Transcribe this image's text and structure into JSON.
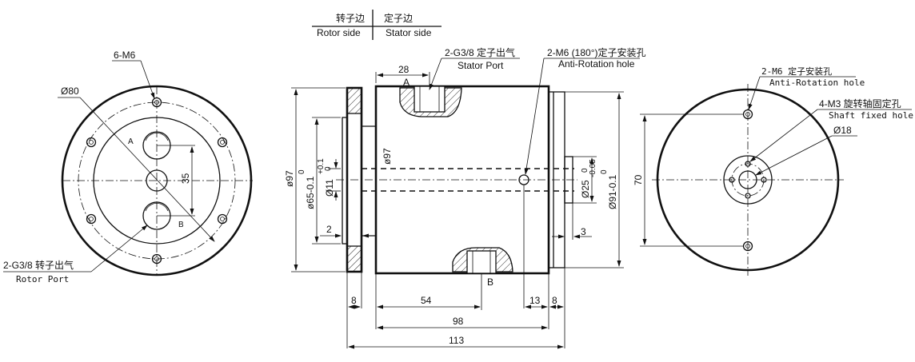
{
  "header": {
    "rotor_side_cn": "转子边",
    "rotor_side_en": "Rotor side",
    "stator_side_cn": "定子边",
    "stator_side_en": "Stator side"
  },
  "left_view": {
    "holes_label": "6-M6",
    "diameter_label": "Ø80",
    "offset_dim": "35",
    "port_a": "A",
    "port_b": "B",
    "rotor_port_cn": "2-G3/8 转子出气",
    "rotor_port_en": "Rotor Port"
  },
  "middle_view": {
    "dim_28": "28",
    "stator_port_cn": "2-G3/8 定子出气",
    "stator_port_en": "Stator Port",
    "anti_rot_cn": "2-M6 (180°)定子安装孔",
    "anti_rot_en": "Anti-Rotation hole",
    "label_a": "A",
    "label_b": "B",
    "dim_phi97_outer": "ø97",
    "dim_phi65": "ø65-0.1",
    "dim_phi65_upper": "0",
    "dim_phi11": "Ø11",
    "dim_phi11_tol": "+0.1",
    "dim_phi11_tol0": "0",
    "dim_phi97_inner": "ø97",
    "dim_phi25": "Ø25",
    "dim_phi25_tol": "-0.05",
    "dim_phi25_tol0": "0",
    "dim_phi91": "Ø91-0.1",
    "dim_phi91_upper": "0",
    "dim_2": "2",
    "dim_3": "3",
    "dim_8_left": "8",
    "dim_54": "54",
    "dim_13": "13",
    "dim_8_right": "8",
    "dim_98": "98",
    "dim_113": "113"
  },
  "right_view": {
    "holes_cn": "2-M6 定子安装孔",
    "holes_en": "Anti-Rotation hole",
    "shaft_cn": "4-M3 旋转轴固定孔",
    "shaft_en": "Shaft fixed hole",
    "dim_18": "Ø18",
    "dim_70": "70"
  }
}
